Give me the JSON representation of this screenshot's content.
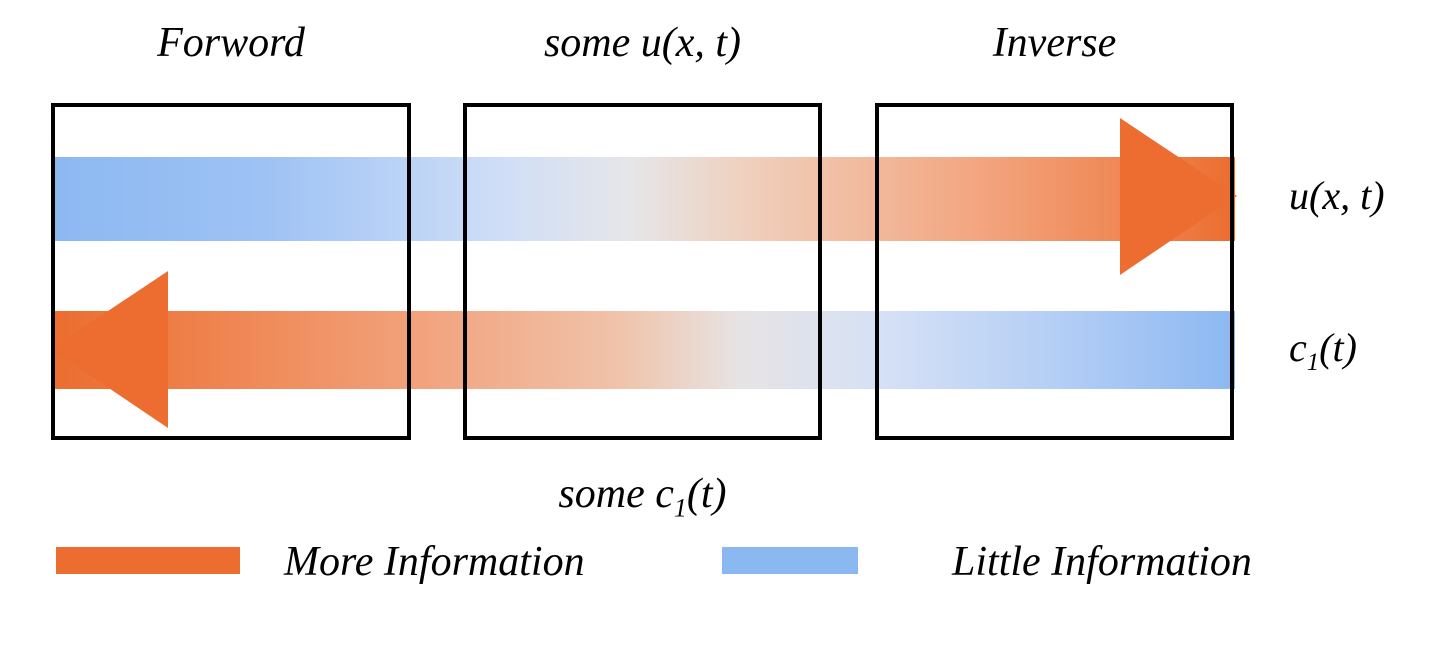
{
  "diagram": {
    "title_row": {
      "stages": [
        {
          "label": "Forword",
          "name": "stage-label-forword"
        },
        {
          "label": "some u(x, t)",
          "name": "stage-label-some-u"
        },
        {
          "label": "Inverse",
          "name": "stage-label-inverse"
        }
      ]
    },
    "boxes": [
      {
        "name": "stage-box-forword"
      },
      {
        "name": "stage-box-middle"
      },
      {
        "name": "stage-box-inverse"
      }
    ],
    "flows": [
      {
        "name": "flow-forward-u",
        "direction": "right",
        "start_information": "little",
        "end_information": "more",
        "output_label": "u(x, t)"
      },
      {
        "name": "flow-inverse-c1",
        "direction": "left",
        "start_information": "little",
        "end_information": "more",
        "output_label": "c₁(t)"
      }
    ],
    "side_labels": {
      "top": {
        "base": "u(x, t)"
      },
      "bottom": {
        "base": "c",
        "sub": "1",
        "tail": "(t)"
      }
    },
    "bottom_label": {
      "prefix": "some c",
      "sub": "1",
      "tail": "(t)"
    },
    "legend": {
      "items": [
        {
          "label": "More Information",
          "color": "#ec6d2f",
          "name": "legend-item-more-information"
        },
        {
          "label": "Little Information",
          "color": "#8cb8f2",
          "name": "legend-item-little-information"
        }
      ]
    },
    "colors": {
      "orange": "#ec6d2f",
      "blue": "#8cb8f2",
      "outline": "#000000",
      "background": "#ffffff"
    }
  }
}
